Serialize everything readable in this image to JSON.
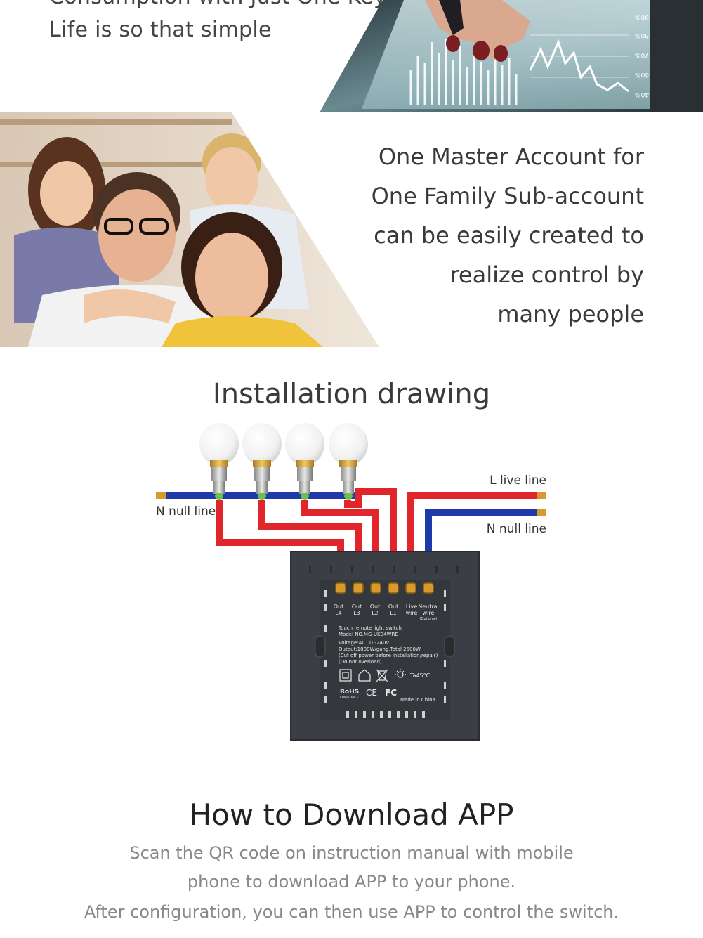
{
  "intro": {
    "line1": "Consumption with Just One Key",
    "line2": "Life is so that simple"
  },
  "chart_photo": {
    "tick_labels": [
      "90%",
      "80%",
      "70%",
      "60%",
      "40%"
    ]
  },
  "family": {
    "lines": [
      "One Master Account for",
      "One Family Sub-account",
      "can be easily created to",
      "realize control by",
      "many people"
    ]
  },
  "installation": {
    "title": "Installation drawing",
    "left_label": "N null line",
    "right_live_label": "L live line",
    "right_null_label": "N null line",
    "terminals": [
      {
        "top": "Out",
        "bottom": "L4"
      },
      {
        "top": "Out",
        "bottom": "L3"
      },
      {
        "top": "Out",
        "bottom": "L2"
      },
      {
        "top": "Out",
        "bottom": "L1"
      },
      {
        "top": "Live",
        "bottom": "wire"
      },
      {
        "top": "Neutral",
        "bottom": "wire"
      }
    ],
    "optional_note": "(Optional)",
    "spec_lines": [
      "Touch remote light switch",
      "Model NO.MG-UK04WRE",
      "Voltage:AC110-240V",
      "Output:1000W/gang,Total 2500W",
      "(Cut off power before installation/repair)",
      "(Do not overload)"
    ],
    "temp_rating": "Ta45°C",
    "rohs": "RoHS",
    "compliance": "COMPLIANCE",
    "ce": "CE",
    "fc": "FC",
    "made_in": "Made in China"
  },
  "download": {
    "title": "How to Download APP",
    "line1": "Scan the QR code on instruction manual with mobile",
    "line2": "phone to download APP to your phone.",
    "line3": "After configuration, you can then use APP to control the switch."
  },
  "colors": {
    "live_wire": "#e0262b",
    "null_wire": "#1e3aa8",
    "copper": "#d89a2c",
    "switch_body": "#3b3e44"
  }
}
